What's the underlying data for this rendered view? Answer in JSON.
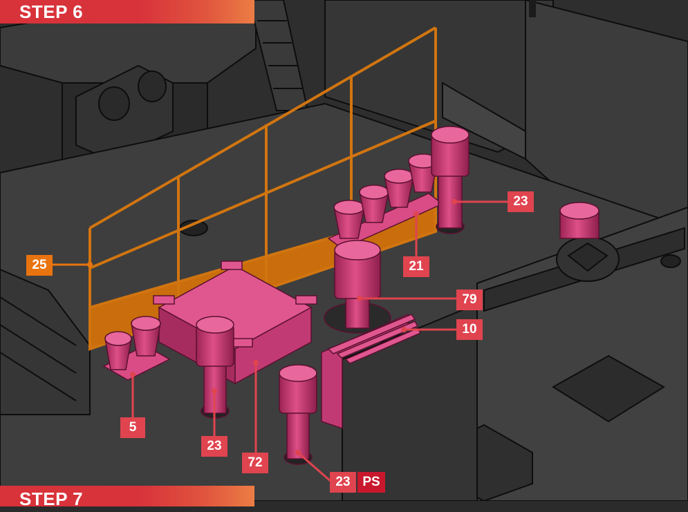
{
  "step_banners": {
    "current": "STEP 6",
    "next": "STEP 7"
  },
  "callouts": [
    {
      "id": "c25",
      "text": "25",
      "style": "orange"
    },
    {
      "id": "c23a",
      "text": "23",
      "style": "pink"
    },
    {
      "id": "c21",
      "text": "21",
      "style": "pink"
    },
    {
      "id": "c79",
      "text": "79",
      "style": "pink"
    },
    {
      "id": "c10",
      "text": "10",
      "style": "pink"
    },
    {
      "id": "c5",
      "text": "5",
      "style": "pink"
    },
    {
      "id": "c23b",
      "text": "23",
      "style": "pink"
    },
    {
      "id": "c72",
      "text": "72",
      "style": "pink"
    },
    {
      "id": "c23c",
      "text": "23",
      "style": "pink"
    },
    {
      "id": "cps",
      "text": "PS",
      "style": "dark"
    }
  ],
  "colors": {
    "new_part_pink": "#d23d78",
    "railing_orange": "#d17510",
    "hull_gray": "#3a3a3a",
    "banner_red": "#d8323a"
  }
}
